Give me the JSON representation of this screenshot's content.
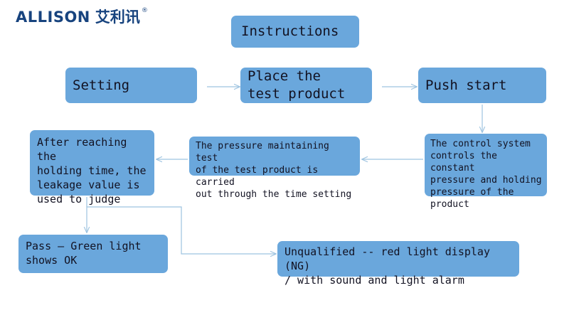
{
  "brand": {
    "name_en": "ALLISON",
    "name_cn": "艾利讯",
    "trademark": "®",
    "color": "#17437e"
  },
  "theme": {
    "box_fill": "#6aa7dc",
    "box_text": "#121222",
    "connector": "#9dc3e0",
    "background": "#ffffff"
  },
  "diagram": {
    "title": "Instructions",
    "nodes": [
      {
        "id": "instructions",
        "label": "Instructions"
      },
      {
        "id": "setting",
        "label": "Setting"
      },
      {
        "id": "place",
        "label": "Place the\ntest product"
      },
      {
        "id": "push",
        "label": "Push start"
      },
      {
        "id": "control",
        "label": "The control system\ncontrols the constant\npressure and holding\npressure of the\nproduct"
      },
      {
        "id": "pressure",
        "label": "The pressure maintaining test\nof the test product is carried\nout through the time setting"
      },
      {
        "id": "after",
        "label": "After reaching the\nholding time, the\nleakage value is\nused to judge"
      },
      {
        "id": "pass",
        "label": "Pass – Green light\nshows OK"
      },
      {
        "id": "unqualified",
        "label": "Unqualified -- red light display (NG)\n/ with sound and light alarm"
      }
    ],
    "edges": [
      {
        "from": "setting",
        "to": "place",
        "direction": "right"
      },
      {
        "from": "place",
        "to": "push",
        "direction": "right"
      },
      {
        "from": "push",
        "to": "control",
        "direction": "down"
      },
      {
        "from": "control",
        "to": "pressure",
        "direction": "left"
      },
      {
        "from": "pressure",
        "to": "after",
        "direction": "left"
      },
      {
        "from": "after",
        "to": "pass",
        "direction": "down"
      },
      {
        "from": "after",
        "to": "unqualified",
        "direction": "down-right"
      }
    ]
  }
}
